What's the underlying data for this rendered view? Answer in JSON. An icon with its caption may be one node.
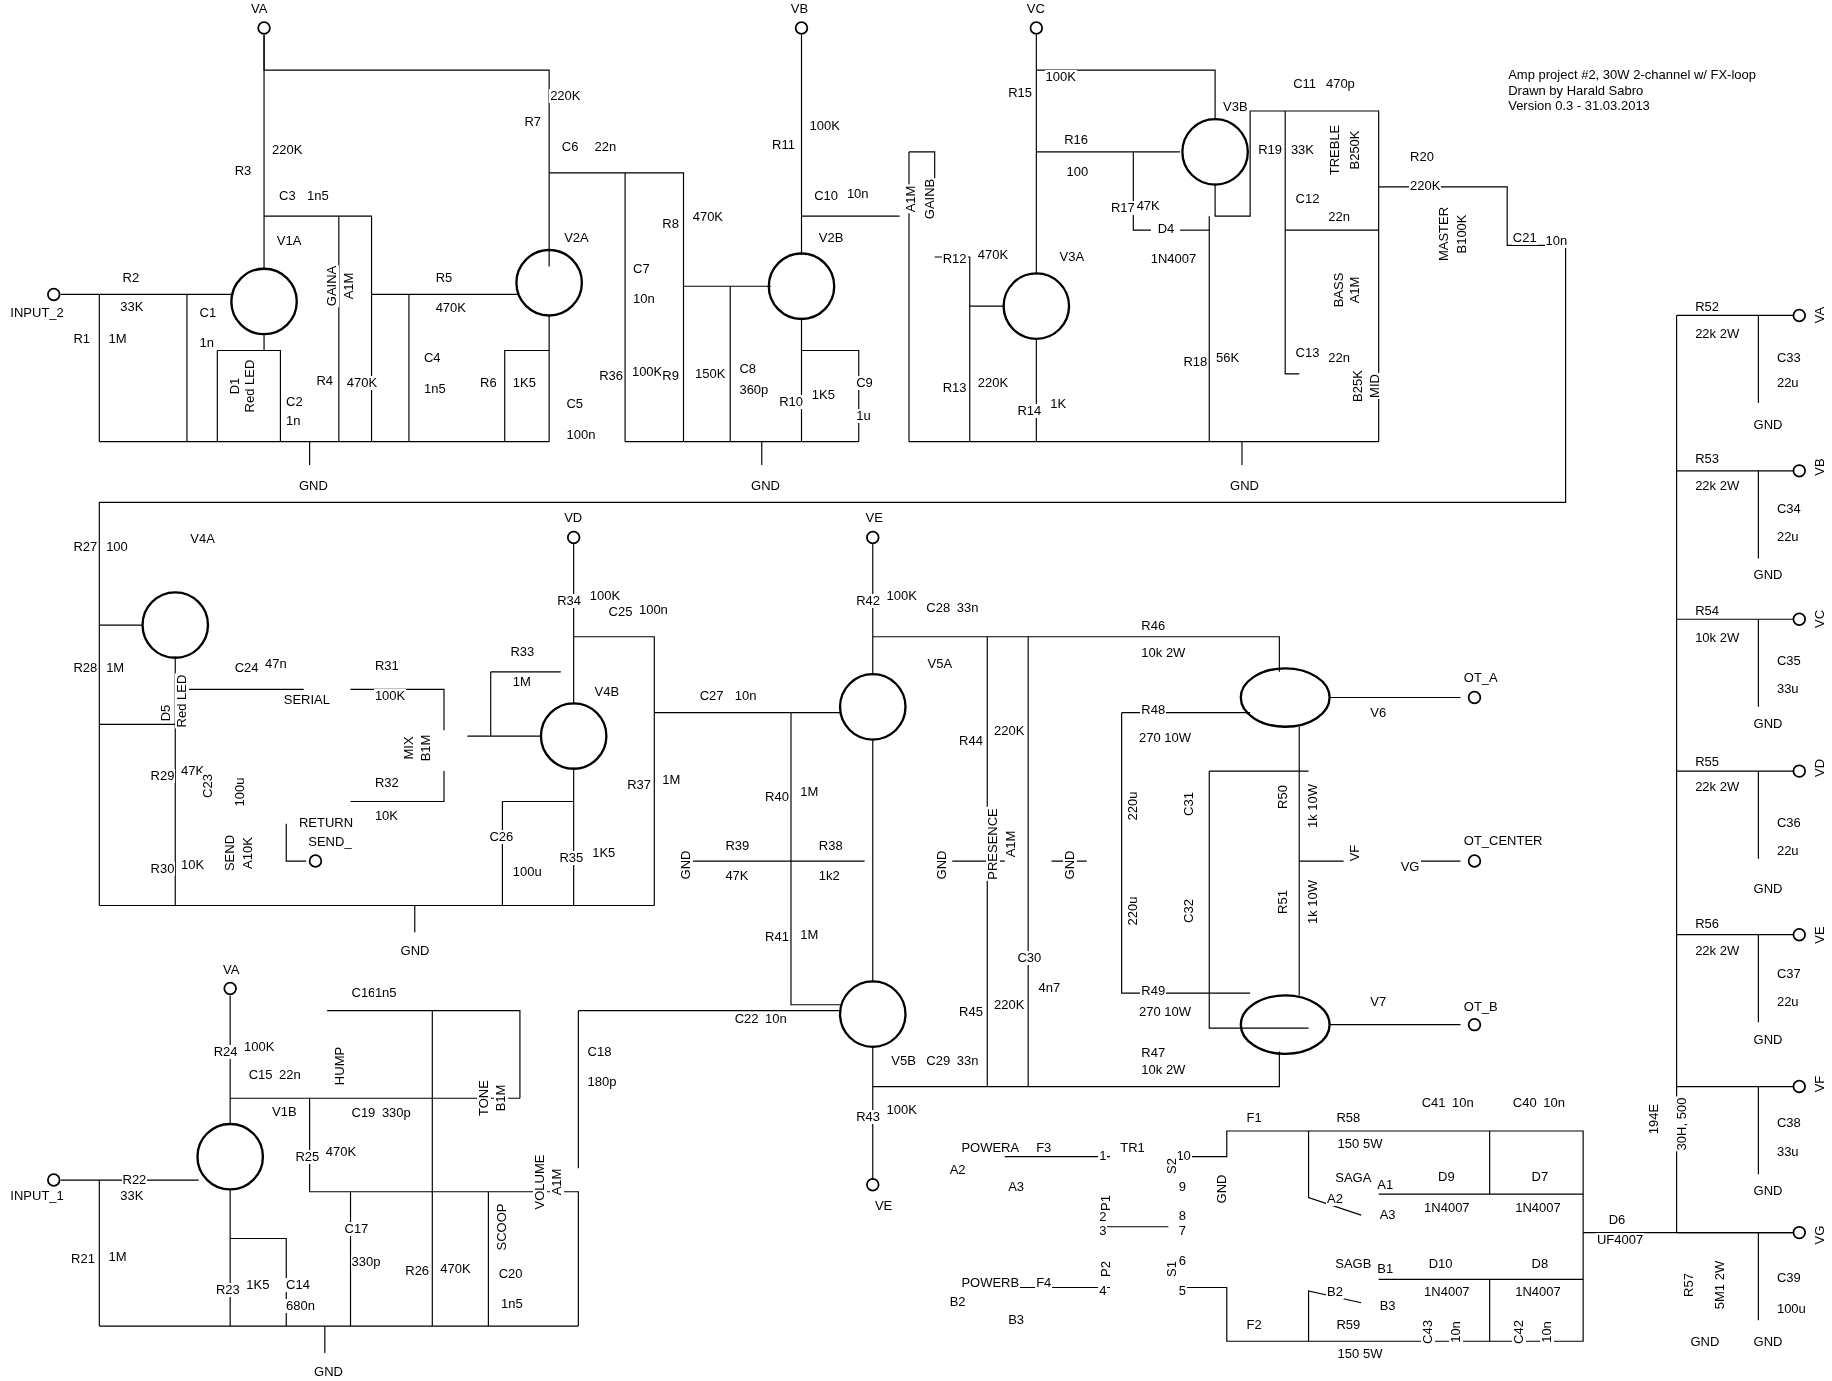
{
  "diagram": {
    "title": "Amp project #2, 30W 2-channel w/ FX-loop",
    "labels": [
      "Drawn by Harald Sabro",
      "Version 0.3 - 31.03.2013",
      "VA",
      "VB",
      "VC",
      "R7",
      "220K",
      "C6",
      "22n",
      "R3",
      "220K",
      "C3",
      "1n5",
      "V1A",
      "R11",
      "100K",
      "C10",
      "10n",
      "V2B",
      "R15",
      "100K",
      "R16",
      "100",
      "V3B",
      "C11",
      "470p",
      "R19",
      "33K",
      "TREBLE",
      "B250K",
      "R20",
      "220K",
      "R2",
      "33K",
      "INPUT_2",
      "R1",
      "1M",
      "C1",
      "1n",
      "GAINA",
      "A1M",
      "V2A",
      "R5",
      "470K",
      "C4",
      "1n5",
      "R4",
      "470K",
      "D1",
      "Red LED",
      "C2",
      "1n",
      "R6",
      "1K5",
      "C5",
      "100n",
      "C7",
      "10n",
      "R8",
      "470K",
      "R36",
      "100K",
      "R9",
      "150K",
      "C8",
      "360p",
      "R10",
      "1K5",
      "C9",
      "1u",
      "A1M",
      "GAINB",
      "R12",
      "470K",
      "V3A",
      "R13",
      "220K",
      "R14",
      "1K",
      "R17",
      "47K",
      "D4",
      "1N4007",
      "R18",
      "56K",
      "C12",
      "22n",
      "BASS",
      "A1M",
      "C13",
      "22n",
      "B25K",
      "MID",
      "MASTER",
      "B100K",
      "C21",
      "10n",
      "GND",
      "GND",
      "GND",
      "R27",
      "100",
      "V4A",
      "R28",
      "1M",
      "D5",
      "Red LED",
      "C24",
      "47n",
      "SERIAL",
      "R31",
      "100K",
      "VD",
      "R34",
      "100K",
      "C25",
      "100n",
      "R33",
      "1M",
      "V4B",
      "MIX",
      "B1M",
      "R29",
      "47K",
      "C23",
      "100u",
      "RETURN",
      "R32",
      "10K",
      "SEND_",
      "R30",
      "10K",
      "SEND",
      "A10K",
      "C26",
      "100u",
      "R35",
      "1K5",
      "R37",
      "1M",
      "GND",
      "VE",
      "R42",
      "100K",
      "C28",
      "33n",
      "V5A",
      "C27",
      "10n",
      "R40",
      "1M",
      "R39",
      "47K",
      "R38",
      "1k2",
      "GND",
      "R41",
      "1M",
      "R44",
      "220K",
      "PRESENCE",
      "A1M",
      "GND",
      "GND",
      "C30",
      "4n7",
      "R45",
      "220K",
      "R46",
      "10k 2W",
      "R48",
      "270 10W",
      "V6",
      "OT_A",
      "220u",
      "C31",
      "R50",
      "1k 10W",
      "VF",
      "VG",
      "OT_CENTER",
      "220u",
      "C32",
      "R51",
      "1k 10W",
      "R49",
      "270 10W",
      "V7",
      "OT_B",
      "R47",
      "10k 2W",
      "V5B",
      "C29",
      "33n",
      "R43",
      "100K",
      "VE",
      "C22",
      "10n",
      "VA",
      "R24",
      "100K",
      "C15",
      "22n",
      "HUMP",
      "C16",
      "1n5",
      "C19",
      "330p",
      "TONE",
      "B1M",
      "C18",
      "180p",
      "V1B",
      "R25",
      "470K",
      "INPUT_1",
      "R22",
      "33K",
      "VOLUME",
      "A1M",
      "R21",
      "1M",
      "C17",
      "330p",
      "R26",
      "470K",
      "SCOOP",
      "C20",
      "1n5",
      "R23",
      "1K5",
      "C14",
      "680n",
      "GND",
      "POWERA",
      "A2",
      "A3",
      "F3",
      "TR1",
      "1",
      "10",
      "P1",
      "S2",
      "2",
      "9",
      "GND",
      "3",
      "8",
      "7",
      "P2",
      "S1",
      "6",
      "POWERB",
      "F4",
      "4",
      "5",
      "B2",
      "B3",
      "F1",
      "R58",
      "150 5W",
      "C41",
      "10n",
      "C40",
      "10n",
      "SAGA",
      "A1",
      "A2",
      "A3",
      "D9",
      "1N4007",
      "D7",
      "1N4007",
      "SAGB",
      "B1",
      "B2",
      "B3",
      "D10",
      "1N4007",
      "D8",
      "1N4007",
      "F2",
      "R59",
      "150 5W",
      "C43",
      "10n",
      "C42",
      "10n",
      "D6",
      "UF4007",
      "R52",
      "22k 2W",
      "VA",
      "C33",
      "22u",
      "GND",
      "R53",
      "22k 2W",
      "VB",
      "C34",
      "22u",
      "GND",
      "R54",
      "10k 2W",
      "VC",
      "C35",
      "33u",
      "GND",
      "R55",
      "22k 2W",
      "VD",
      "C36",
      "22u",
      "GND",
      "R56",
      "22k 2W",
      "VE",
      "C37",
      "22u",
      "GND",
      "VF",
      "C38",
      "33u",
      "GND",
      "194E",
      "30H, 500",
      "VG",
      "R57",
      "5M1 2W",
      "C39",
      "100u",
      "GND",
      "GND"
    ]
  }
}
